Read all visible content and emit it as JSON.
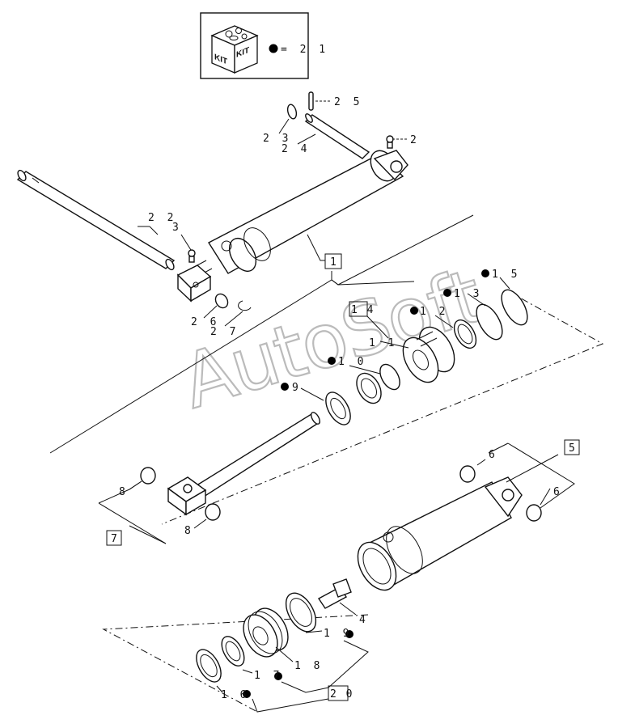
{
  "kit": {
    "icon_text_left": "KIT",
    "icon_text_right": "KIT",
    "legend": "= 2 1"
  },
  "watermark": "AutoSoft",
  "callouts": {
    "c25": "2 5",
    "c23": "2 3",
    "c24": "2 4",
    "c2": "2",
    "c22": "2 2",
    "c3": "3",
    "c26": "2 6",
    "c27": "2 7",
    "c1": "1",
    "c15": "1 5",
    "c13": "1 3",
    "c14": "1 4",
    "c12": "1 2",
    "c11": "1 1",
    "c10": "1 0",
    "c9": "9",
    "c6a": "6",
    "c6b": "6",
    "c5": "5",
    "c8a": "8",
    "c8b": "8",
    "c7": "7",
    "c4": "4",
    "c19": "1 9",
    "c18": "1 8",
    "c17": "1 7",
    "c16": "1 6",
    "c20": "2 0"
  },
  "kit_marker_color": "#000000"
}
